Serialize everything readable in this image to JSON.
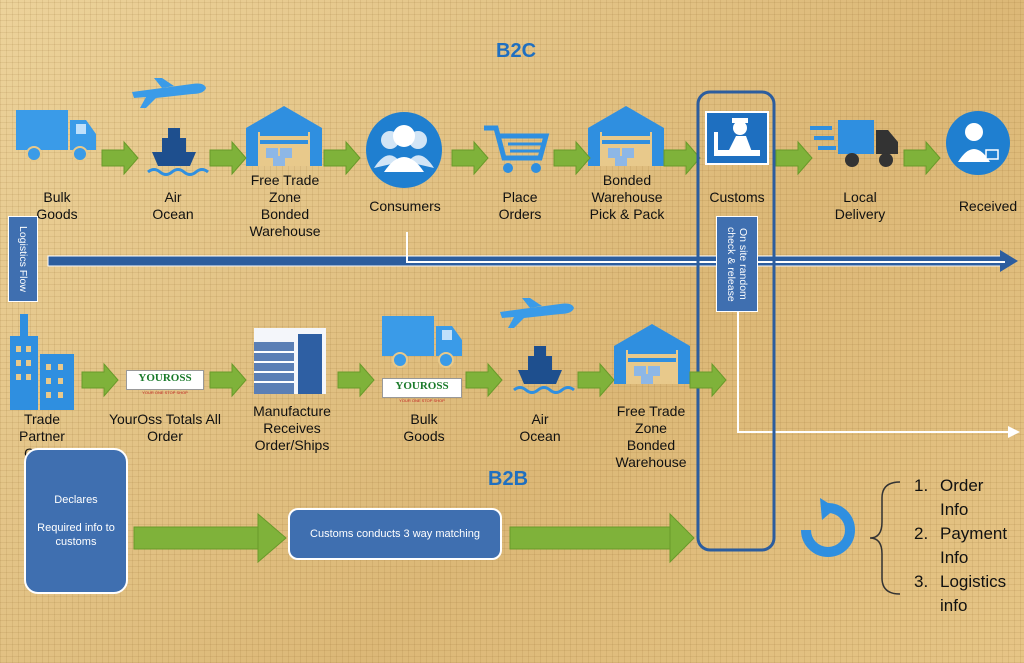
{
  "titles": {
    "b2c": "B2C",
    "b2b": "B2B"
  },
  "b2c": {
    "bulk_goods": "Bulk\nGoods",
    "air_ocean": "Air\nOcean",
    "ftz_warehouse": "Free Trade\nZone\nBonded\nWarehouse",
    "consumers": "Consumers",
    "place_orders": "Place\nOrders",
    "bonded_pick_pack": "Bonded\nWarehouse\nPick & Pack",
    "customs": "Customs",
    "local_delivery": "Local\nDelivery",
    "received": "Received"
  },
  "logistics_flow": "Logistics Flow",
  "onsite_check": "On site random check & release",
  "b2b": {
    "trade_partner": "Trade Partner\nOrder",
    "yoross_totals": "YourOss Totals All\nOrder",
    "manufacture": "Manufacture\nReceives\nOrder/Ships",
    "bulk_goods": "Bulk\nGoods",
    "air_ocean": "Air\nOcean",
    "ftz_warehouse": "Free Trade\nZone\nBonded\nWarehouse"
  },
  "logos": {
    "youross": "YOUROSS",
    "youross_sub": "YOUR ONE STOP SHOP"
  },
  "declares_box": "Declares\n\nRequired info to\ncustoms",
  "matching_box": "Customs conducts 3 way matching",
  "info_list": [
    {
      "num": "1.",
      "text": "Order\nInfo"
    },
    {
      "num": "2.",
      "text": "Payment\nInfo"
    },
    {
      "num": "3.",
      "text": "Logistics\ninfo"
    }
  ],
  "colors": {
    "icon_blue": "#2f8fe0",
    "arrow_green": "#7fb23a",
    "box_blue": "#3f6fb0",
    "title_blue": "#1f6fc0"
  }
}
